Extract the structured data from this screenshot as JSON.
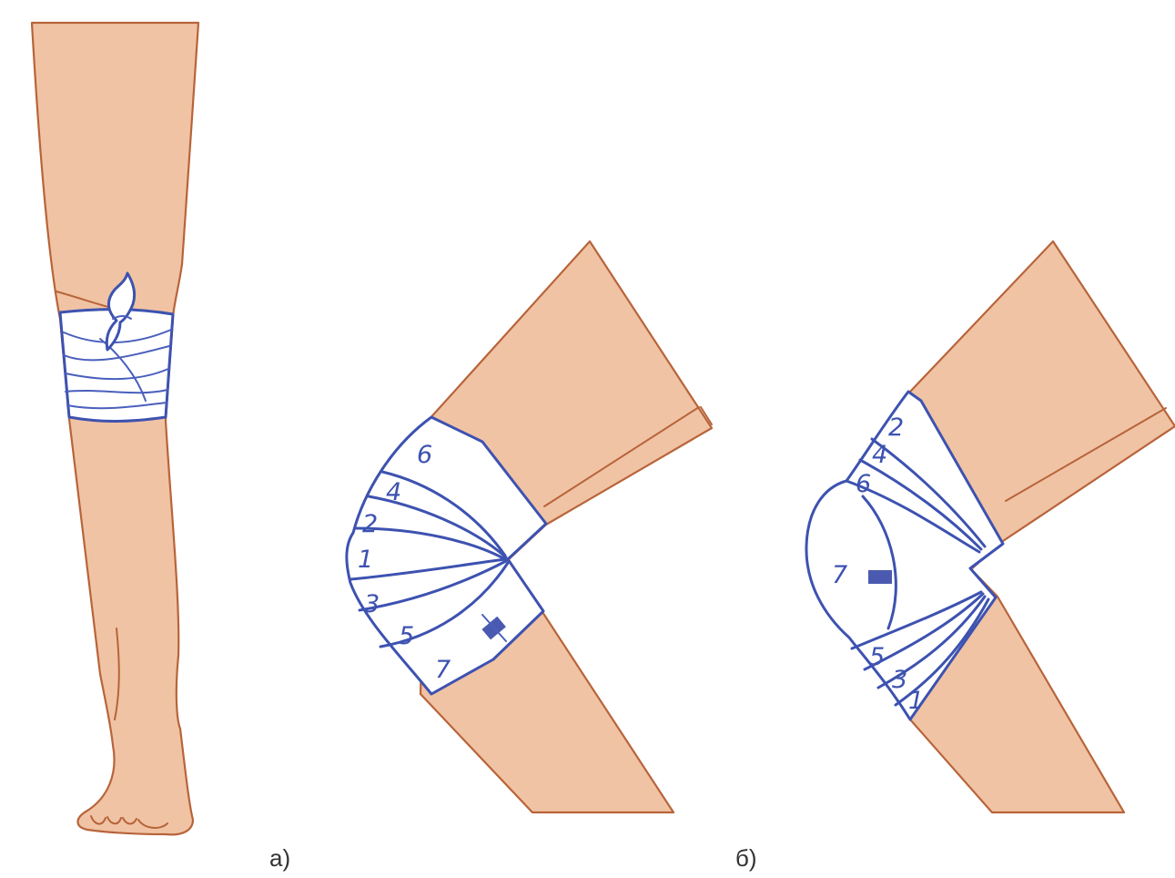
{
  "panels": [
    {
      "label": "а)",
      "turn_numbers": [
        "6",
        "4",
        "2",
        "1",
        "3",
        "5",
        "7"
      ]
    },
    {
      "label": "б)",
      "turn_numbers": [
        "2",
        "4",
        "6",
        "7",
        "5",
        "3",
        "1"
      ]
    }
  ],
  "colors": {
    "skin": "#f0c3a4",
    "outline": "#b8643a",
    "bandage_line": "#3d52b0",
    "bandage_fill": "#ffffff"
  }
}
